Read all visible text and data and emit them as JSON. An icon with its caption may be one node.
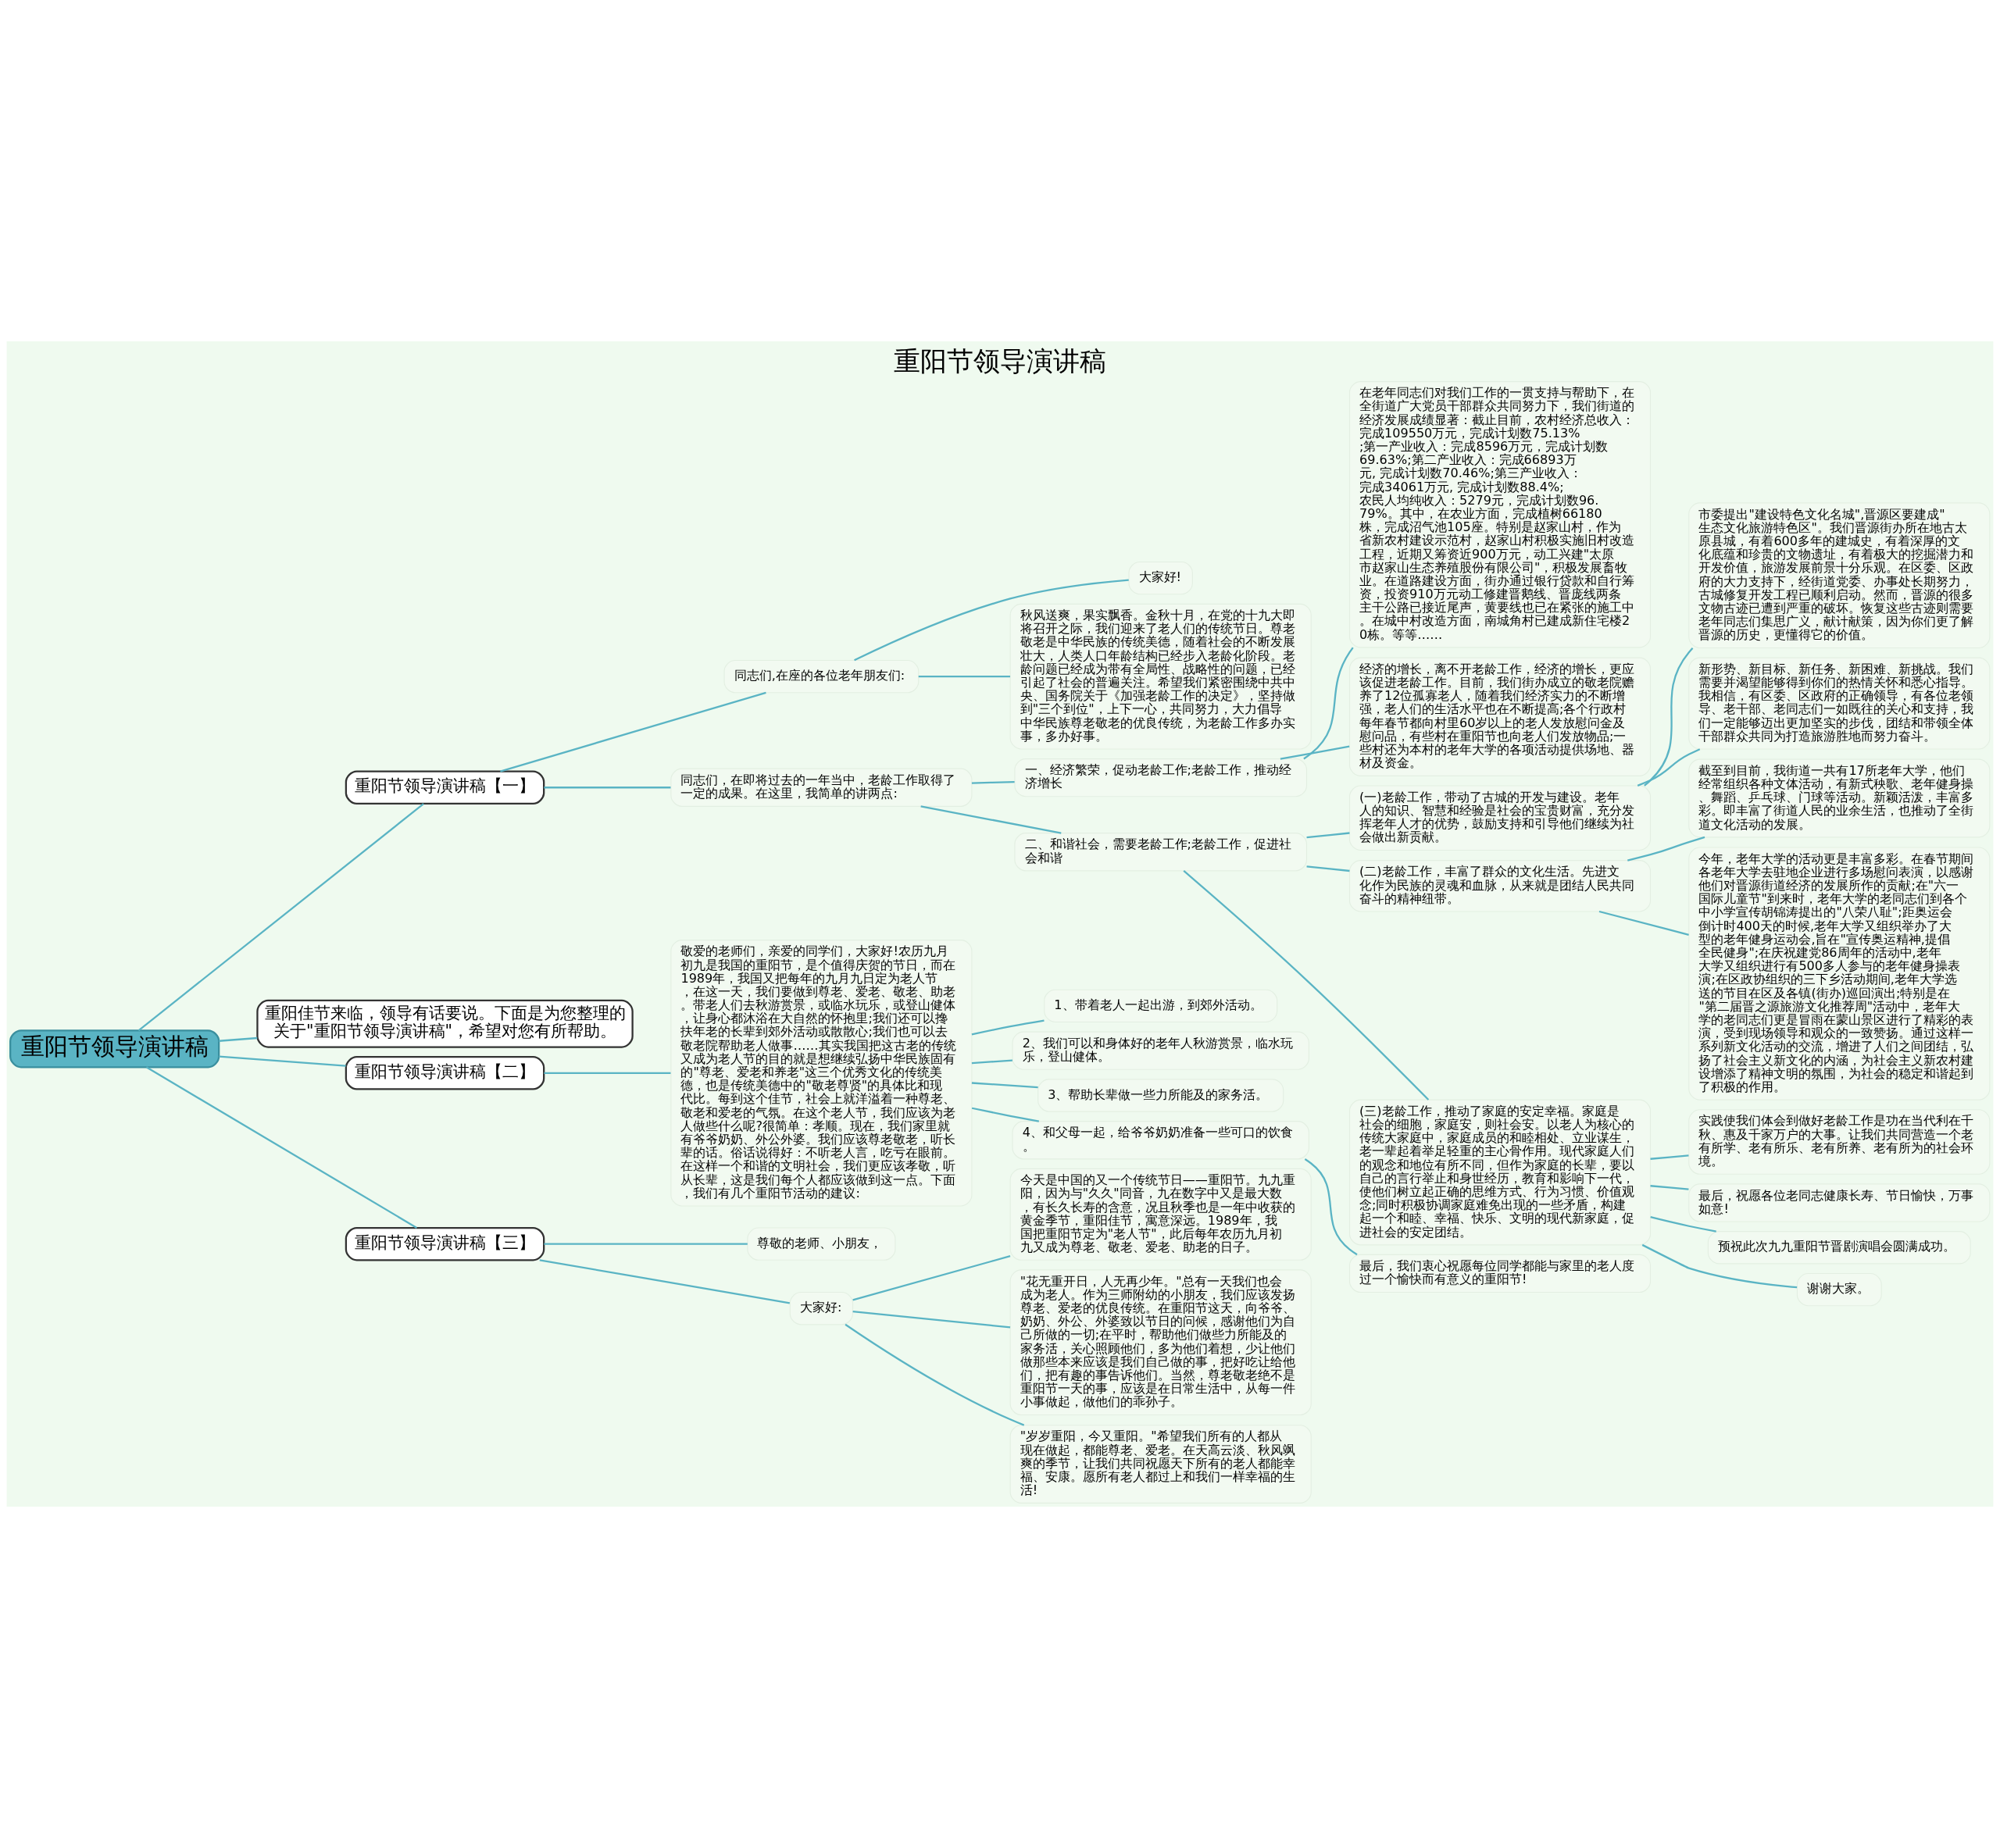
{
  "diagram": {
    "title": "重阳节领导演讲稿",
    "nodes": [
      {
        "text": [
          "重阳节领导演讲稿"
        ]
      },
      {
        "text": [
          "重阳节领导演讲稿【一】"
        ]
      },
      {
        "text": [
          "同志们,在座的各位老年朋友们:"
        ]
      },
      {
        "text": [
          "大家好!"
        ]
      },
      {
        "text": [
          "秋风送爽，果实飘香。金秋十月，在党的十九大即将召开之际，我们迎来了老人们的传统节日。尊老敬老是中华民族的传统美德，随着社会的不断发展壮大，人类人口年龄结构已经步入老龄化阶段。老龄问题已经成为带有全局性、战略性的问题，已经引起了社会的普遍关注。希望我们紧密围绕中共中央、国务院关于《加强老龄工作的决定》，坚持做到\"三个到位\"，上下一心，共同努力，大力倡导中华民族尊老敬老的优良传统，为老龄工作多办实事，多办好事。"
        ]
      },
      {
        "text": [
          "同志们，在即将过去的一年当中，老龄工作取得了一定的成果。在这里，我简单的讲两点:"
        ]
      },
      {
        "text": [
          "一、经济繁荣，促动老龄工作;老龄工作，推动经济增长"
        ]
      },
      {
        "text": [
          "在老年同志们对我们工作的一贯支持与帮助下，在全街道广大党员干部群众共同努力下，我们街道的经济发展成绩显著：截止目前，农村经济总收入：完成109550万元，完成计划数75.13%;第一产业收入：完成8596万元，完成计划数69.63%;第二产业收入：完成66893万元, 完成计划数70.46%;第三产业收入：完成34061万元, 完成计划数88.4%;农民人均纯收入：5279元，完成计划数96.79%。其中，在农业方面，完成植树66180株，完成沼气池105座。特别是赵家山村，作为省新农村建设示范村，赵家山村积极实施旧村改造工程，近期又筹资近900万元，动工兴建\"太原市赵家山生态养殖股份有限公司\"，积极发展畜牧业。在道路建设方面，街办通过银行贷款和自行筹资，投资910万元动工修建晋鹅线、晋庞线两条主干公路已接近尾声，黄要线也已在紧张的施工中。在城中村改造方面，南城角村已建成新住宅楼20栋。等等……"
        ]
      },
      {
        "text": [
          "经济的增长，离不开老龄工作，经济的增长，更应该促进老龄工作。目前，我们街办成立的敬老院赡养了12位孤寡老人，随着我们经济实力的不断增强，老人们的生活水平也在不断提高;各个行政村每年春节都向村里60岁以上的老人发放慰问金及慰问品，有些村在重阳节也向老人们发放物品;一些村还为本村的老年大学的各项活动提供场地、器材及资金。"
        ]
      },
      {
        "text": [
          "二、和谐社会，需要老龄工作;老龄工作，促进社会和谐"
        ]
      },
      {
        "text": [
          "(一)老龄工作，带动了古城的开发与建设。老年人的知识、智慧和经验是社会的宝贵财富，充分发挥老年人才的优势，鼓励支持和引导他们继续为社会做出新贡献。"
        ]
      },
      {
        "text": [
          "市委提出\"建设特色文化名城\",晋源区要建成\"生态文化旅游特色区\"。我们晋源街办所在地古太原县城，有着600多年的建城史，有着深厚的文化底蕴和珍贵的文物遗址，有着极大的挖掘潜力和开发价值，旅游发展前景十分乐观。在区委、区政府的大力支持下，经街道党委、办事处长期努力，古城修复开发工程已顺利启动。然而，晋源的很多文物古迹已遭到严重的破坏。恢复这些古迹则需要老年同志们集思广义，献计献策，因为你们更了解晋源的历史，更懂得它的价值。"
        ]
      },
      {
        "text": [
          "新形势、新目标、新任务、新困难、新挑战。我们需要并渴望能够得到你们的热情关怀和悉心指导。我相信，有区委、区政府的正确领导，有各位老领导、老干部、老同志们一如既往的关心和支持，我们一定能够迈出更加坚实的步伐，团结和带领全体干部群众共同为打造旅游胜地而努力奋斗。"
        ]
      },
      {
        "text": [
          "(二)老龄工作，丰富了群众的文化生活。先进文化作为民族的灵魂和血脉，从来就是团结人民共同奋斗的精神纽带。"
        ]
      },
      {
        "text": [
          "截至到目前，我街道一共有17所老年大学，他们经常组织各种文体活动，有新式秧歌、老年健身操、舞蹈、乒乓球、门球等活动。新颖活泼，丰富多彩。即丰富了街道人民的业余生活，也推动了全街道文化活动的发展。"
        ]
      },
      {
        "text": [
          "今年，老年大学的活动更是丰富多彩。在春节期间各老年大学去驻地企业进行多场慰问表演，以感谢他们对晋源街道经济的发展所作的贡献;在\"六一国际儿童节\"到来时，老年大学的老同志们到各个中小学宣传胡锦涛提出的\"八荣八耻\";距奥运会倒计时400天的时候,老年大学又组织举办了大型的老年健身运动会,旨在\"宣传奥运精神,提倡全民健身\";在庆祝建党86周年的活动中,老年大学又组织进行有500多人参与的老年健身操表演;在区政协组织的三下乡活动期间,老年大学选送的节目在区及各镇(街办)巡回演出;特别是在\"第二届晋之源旅游文化推荐周\"活动中，老年大学的老同志们更是冒雨在蒙山景区进行了精彩的表演，受到现场领导和观众的一致赞扬。通过这样一系列新文化活动的交流，增进了人们之间团结，弘扬了社会主义新文化的内涵，为社会主义新农村建设增添了精神文明的氛围，为社会的稳定和谐起到了积极的作用。"
        ]
      },
      {
        "text": [
          "(三)老龄工作，推动了家庭的安定幸福。家庭是社会的细胞，家庭安，则社会安。以老人为核心的传统大家庭中，家庭成员的和睦相处、立业谋生，老一辈起着举足轻重的主心骨作用。现代家庭人们的观念和地位有所不同，但作为家庭的长辈，要以自己的言行举止和身世经历，教育和影响下一代，使他们树立起正确的思维方式、行为习惯、价值观念;同时积极协调家庭难免出现的一些矛盾，构建起一个和睦、幸福、快乐、文明的现代新家庭，促进社会的安定团结。"
        ]
      },
      {
        "text": [
          "实践使我们体会到做好老龄工作是功在当代利在千秋、惠及千家万户的大事。让我们共同营造一个老有所学、老有所乐、老有所养、老有所为的社会环境。"
        ]
      },
      {
        "text": [
          "最后，祝愿各位老同志健康长寿、节日愉快，万事如意!"
        ]
      },
      {
        "text": [
          "预祝此次九九重阳节晋剧演唱会圆满成功。"
        ]
      },
      {
        "text": [
          "谢谢大家。"
        ]
      },
      {
        "text": [
          "重阳佳节来临，领导有话要说。下面是为您整理的关于\"重阳节领导演讲稿\"，希望对您有所帮助。"
        ]
      },
      {
        "text": [
          "重阳节领导演讲稿【二】"
        ]
      },
      {
        "text": [
          "敬爱的老师们，亲爱的同学们，大家好!农历九月初九是我国的重阳节，是个值得庆贺的节日，而在1989年，我国又把每年的九月九日定为老人节，在这一天，我们要做到尊老、爱老、敬老、助老。带老人们去秋游赏景，或临水玩乐，或登山健体，让身心都沐浴在大自然的怀抱里;我们还可以搀扶年老的长辈到郊外活动或散散心;我们也可以去敬老院帮助老人做事……其实我国把这古老的传统又成为老人节的目的就是想继续弘扬中华民族固有的\"尊老、爱老和养老\"这三个优秀文化的传统美德，也是传统美德中的\"敬老尊贤\"的具体比和现代比。每到这个佳节，社会上就洋溢着一种尊老、敬老和爱老的气氛。在这个老人节，我们应该为老人做些什么呢?很简单：孝顺。现在，我们家里就有爷爷奶奶、外公外婆。我们应该尊老敬老，听长辈的话。俗话说得好：不听老人言，吃亏在眼前。在这样一个和谐的文明社会，我们更应该孝敬，听从长辈，这是我们每个人都应该做到这一点。下面，我们有几个重阳节活动的建议:"
        ]
      },
      {
        "text": [
          "1、带着老人一起出游，到郊外活动。"
        ]
      },
      {
        "text": [
          "2、我们可以和身体好的老年人秋游赏景，临水玩乐，登山健体。"
        ]
      },
      {
        "text": [
          "3、帮助长辈做一些力所能及的家务活。"
        ]
      },
      {
        "text": [
          "4、和父母一起，给爷爷奶奶准备一些可口的饮食。"
        ]
      },
      {
        "text": [
          "最后，我们衷心祝愿每位同学都能与家里的老人度过一个愉快而有意义的重阳节!"
        ]
      },
      {
        "text": [
          "重阳节领导演讲稿【三】"
        ]
      },
      {
        "text": [
          "尊敬的老师、小朋友，"
        ]
      },
      {
        "text": [
          "大家好:"
        ]
      },
      {
        "text": [
          "今天是中国的又一个传统节日——重阳节。九九重阳，因为与\"久久\"同音，九在数字中又是最大数，有长久长寿的含意，况且秋季也是一年中收获的黄金季节，重阳佳节，寓意深远。1989年，我国把重阳节定为\"老人节\"，此后每年农历九月初九又成为尊老、敬老、爱老、助老的日子。"
        ]
      },
      {
        "text": [
          "\"花无重开日，人无再少年。\"总有一天我们也会成为老人。作为三师附幼的小朋友，我们应该发扬尊老、爱老的优良传统。在重阳节这天，向爷爷、奶奶、外公、外婆致以节日的问候，感谢他们为自己所做的一切;在平时，帮助他们做些力所能及的家务活，关心照顾他们，多为他们着想，少让他们做那些本来应该是我们自己做的事，把好吃让给他们，把有趣的事告诉他们。当然，尊老敬老绝不是重阳节一天的事，应该是在日常生活中，从每一件小事做起，做他们的乖孙子。"
        ]
      },
      {
        "text": [
          "\"岁岁重阳，今又重阳。\"希望我们所有的人都从现在做起，都能尊老、爱老。在天高云淡、秋风飒爽的季节，让我们共同祝愿天下所有的老人都能幸福、安康。愿所有老人都过上和我们一样幸福的生活!"
        ]
      }
    ],
    "edges": [
      {
        "from": 0,
        "to": 1,
        "arrow": "none"
      },
      {
        "from": 1,
        "to": 2,
        "arrow": "none"
      },
      {
        "from": 2,
        "to": 3,
        "arrow": "none"
      },
      {
        "from": 2,
        "to": 4,
        "arrow": "none"
      },
      {
        "from": 1,
        "to": 5,
        "arrow": "none"
      },
      {
        "from": 5,
        "to": 6,
        "arrow": "none"
      },
      {
        "from": 6,
        "to": 7,
        "arrow": "none"
      },
      {
        "from": 6,
        "to": 8,
        "arrow": "none"
      },
      {
        "from": 5,
        "to": 9,
        "arrow": "none"
      },
      {
        "from": 9,
        "to": 10,
        "arrow": "none"
      },
      {
        "from": 10,
        "to": 11,
        "arrow": "none"
      },
      {
        "from": 10,
        "to": 12,
        "arrow": "none"
      },
      {
        "from": 9,
        "to": 13,
        "arrow": "none"
      },
      {
        "from": 13,
        "to": 14,
        "arrow": "none"
      },
      {
        "from": 13,
        "to": 15,
        "arrow": "none"
      },
      {
        "from": 9,
        "to": 16,
        "arrow": "none"
      },
      {
        "from": 16,
        "to": 17,
        "arrow": "none"
      },
      {
        "from": 16,
        "to": 18,
        "arrow": "none"
      },
      {
        "from": 16,
        "to": 19,
        "arrow": "none"
      },
      {
        "from": 16,
        "to": 20,
        "arrow": "none"
      },
      {
        "from": 0,
        "to": 21,
        "arrow": "none"
      },
      {
        "from": 0,
        "to": 22,
        "arrow": "none"
      },
      {
        "from": 22,
        "to": 23,
        "arrow": "none"
      },
      {
        "from": 23,
        "to": 24,
        "arrow": "none"
      },
      {
        "from": 23,
        "to": 25,
        "arrow": "none"
      },
      {
        "from": 23,
        "to": 26,
        "arrow": "none"
      },
      {
        "from": 23,
        "to": 27,
        "arrow": "none"
      },
      {
        "from": 27,
        "to": 28,
        "arrow": "none"
      },
      {
        "from": 0,
        "to": 29,
        "arrow": "none"
      },
      {
        "from": 29,
        "to": 30,
        "arrow": "none"
      },
      {
        "from": 29,
        "to": 31,
        "arrow": "none"
      },
      {
        "from": 31,
        "to": 32,
        "arrow": "none"
      },
      {
        "from": 31,
        "to": 33,
        "arrow": "none"
      },
      {
        "from": 31,
        "to": 34,
        "arrow": "none"
      }
    ]
  }
}
